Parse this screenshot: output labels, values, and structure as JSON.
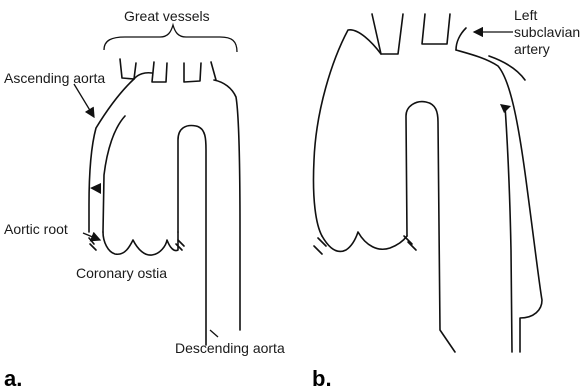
{
  "figure": {
    "panel_a": {
      "panel_label": "a.",
      "labels": {
        "great_vessels": "Great vessels",
        "ascending_aorta": "Ascending aorta",
        "aortic_root": "Aortic root",
        "coronary_ostia": "Coronary ostia",
        "descending_aorta": "Descending aorta"
      }
    },
    "panel_b": {
      "panel_label": "b.",
      "labels": {
        "left_subclavian_line1": "Left",
        "left_subclavian_line2": "subclavian",
        "left_subclavian_line3": "artery"
      }
    }
  }
}
